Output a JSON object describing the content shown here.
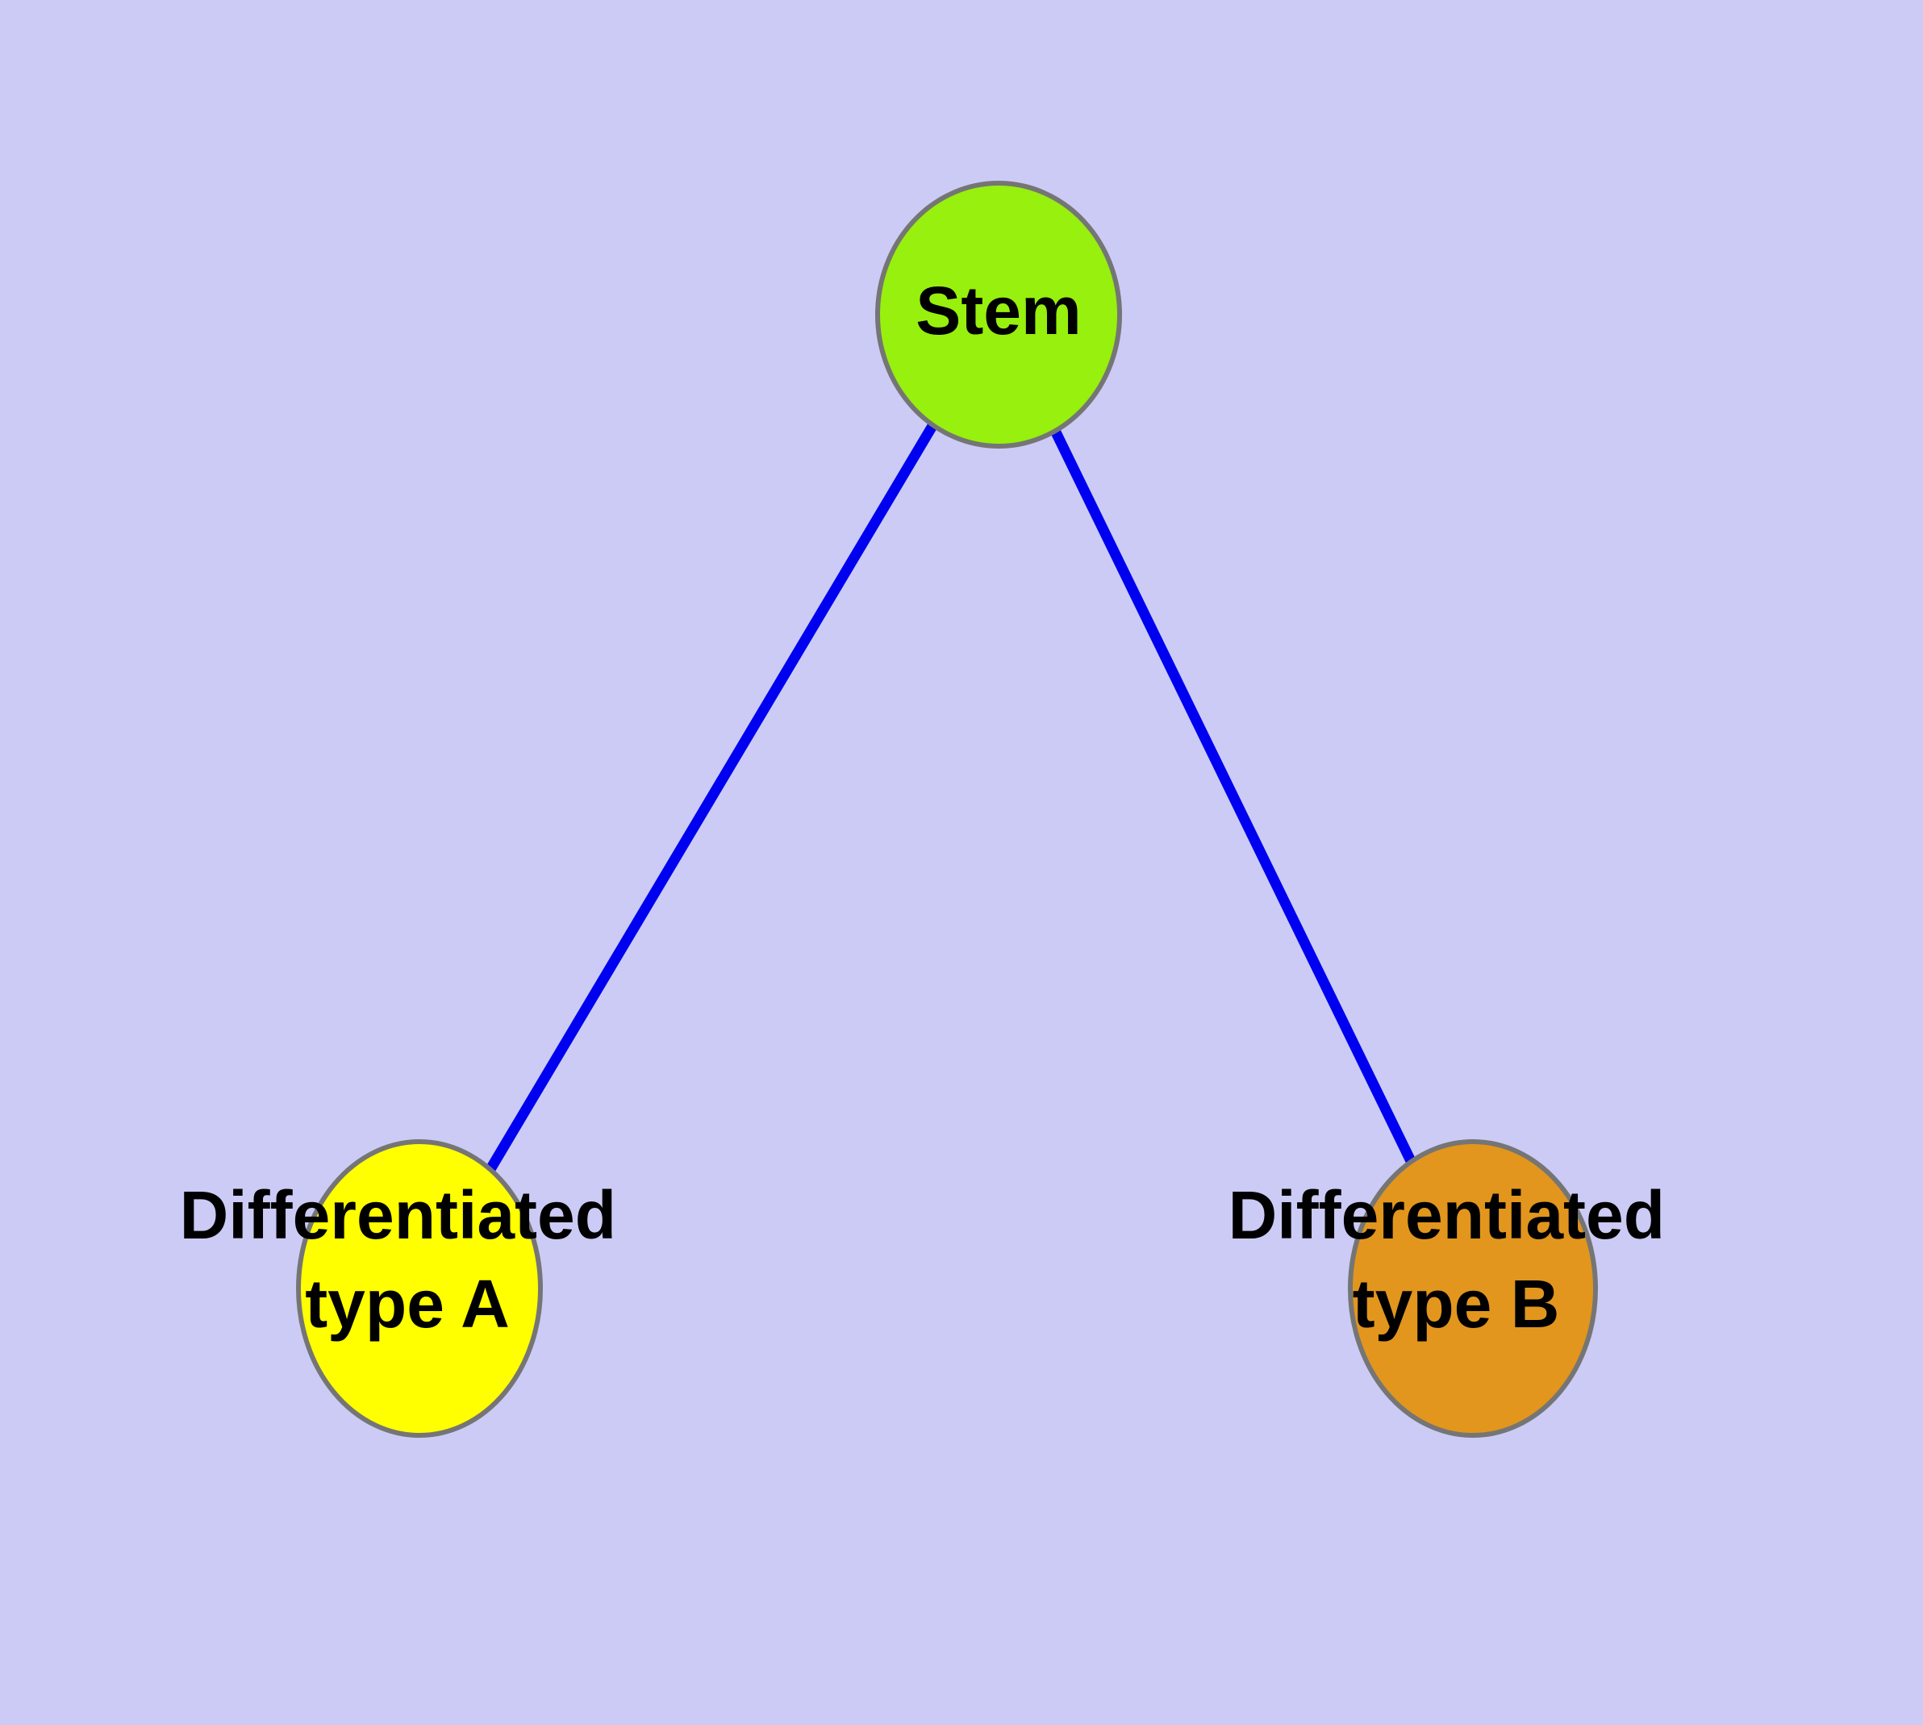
{
  "diagram": {
    "type": "graph",
    "background_color": "#CBCBF5",
    "edge_color": "#0000F0",
    "node_border_color": "#757575",
    "label_color": "#000000",
    "nodes": [
      {
        "id": "stem",
        "label": "Stem",
        "fill": "#97F00D"
      },
      {
        "id": "type-a",
        "label": "Differentiated type A",
        "label_line1": "Differentiated",
        "label_line2": "type A",
        "fill": "#FFFF00"
      },
      {
        "id": "type-b",
        "label": "Differentiated type B",
        "label_line1": "Differentiated",
        "label_line2": "type B",
        "fill": "#E2961D"
      }
    ],
    "edges": [
      {
        "from": "Stem",
        "to": "Differentiated type A"
      },
      {
        "from": "Stem",
        "to": "Differentiated type B"
      }
    ]
  }
}
